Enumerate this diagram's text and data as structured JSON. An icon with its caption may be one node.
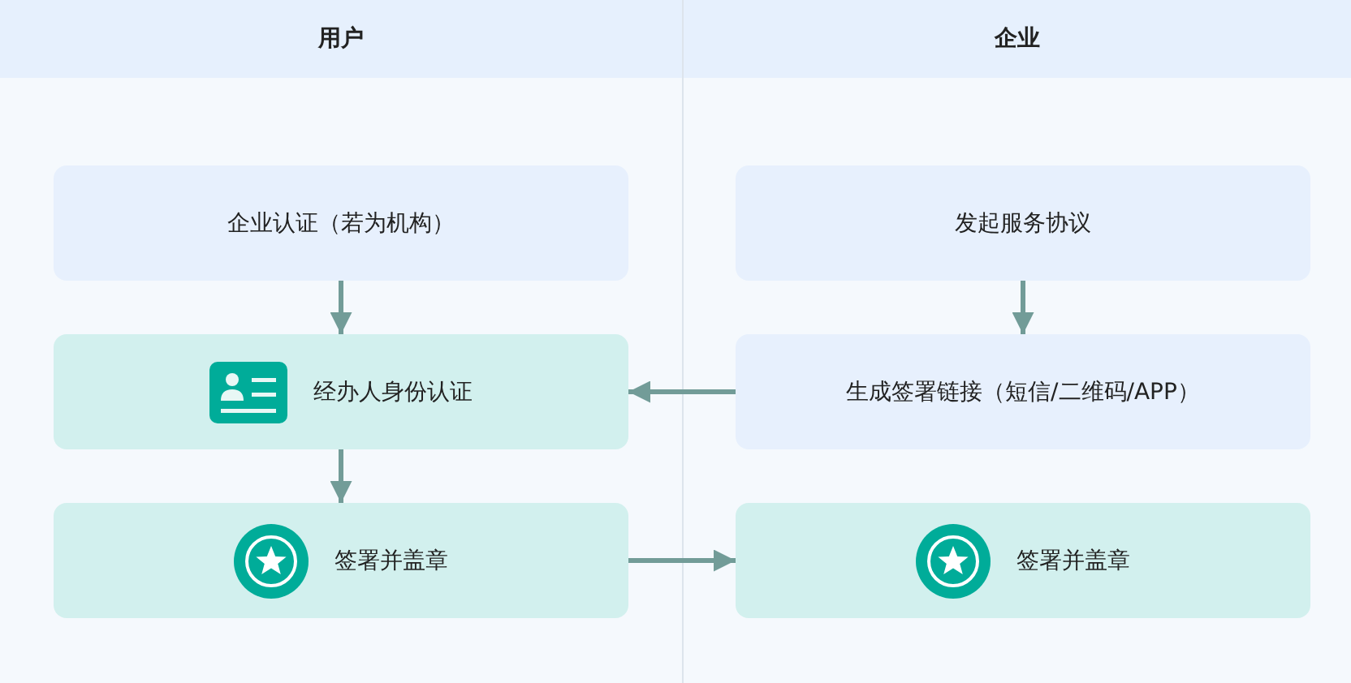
{
  "diagram": {
    "nodes": [
      {
        "text": [
          "用户"
        ]
      },
      {
        "text": [
          "企业认证（若为机构）"
        ],
        "in": 0
      },
      {
        "text": [
          "经办人身份认证"
        ],
        "in": 0
      },
      {
        "text": [
          "签署并盖章"
        ],
        "in": 0
      },
      {
        "text": [
          "企业"
        ]
      },
      {
        "text": [
          "发起服务协议"
        ],
        "in": 4
      },
      {
        "text": [
          "生成签署链接（短信/二维码/APP）"
        ],
        "in": 4
      },
      {
        "text": [
          "签署并盖章"
        ],
        "in": 4
      }
    ],
    "edges": [
      {
        "from": 1,
        "to": 2,
        "arrow": "to"
      },
      {
        "from": 2,
        "to": 3,
        "arrow": "to"
      },
      {
        "from": 5,
        "to": 6,
        "arrow": "to"
      },
      {
        "from": 6,
        "to": 2,
        "arrow": "to"
      },
      {
        "from": 3,
        "to": 7,
        "arrow": "to"
      }
    ]
  }
}
